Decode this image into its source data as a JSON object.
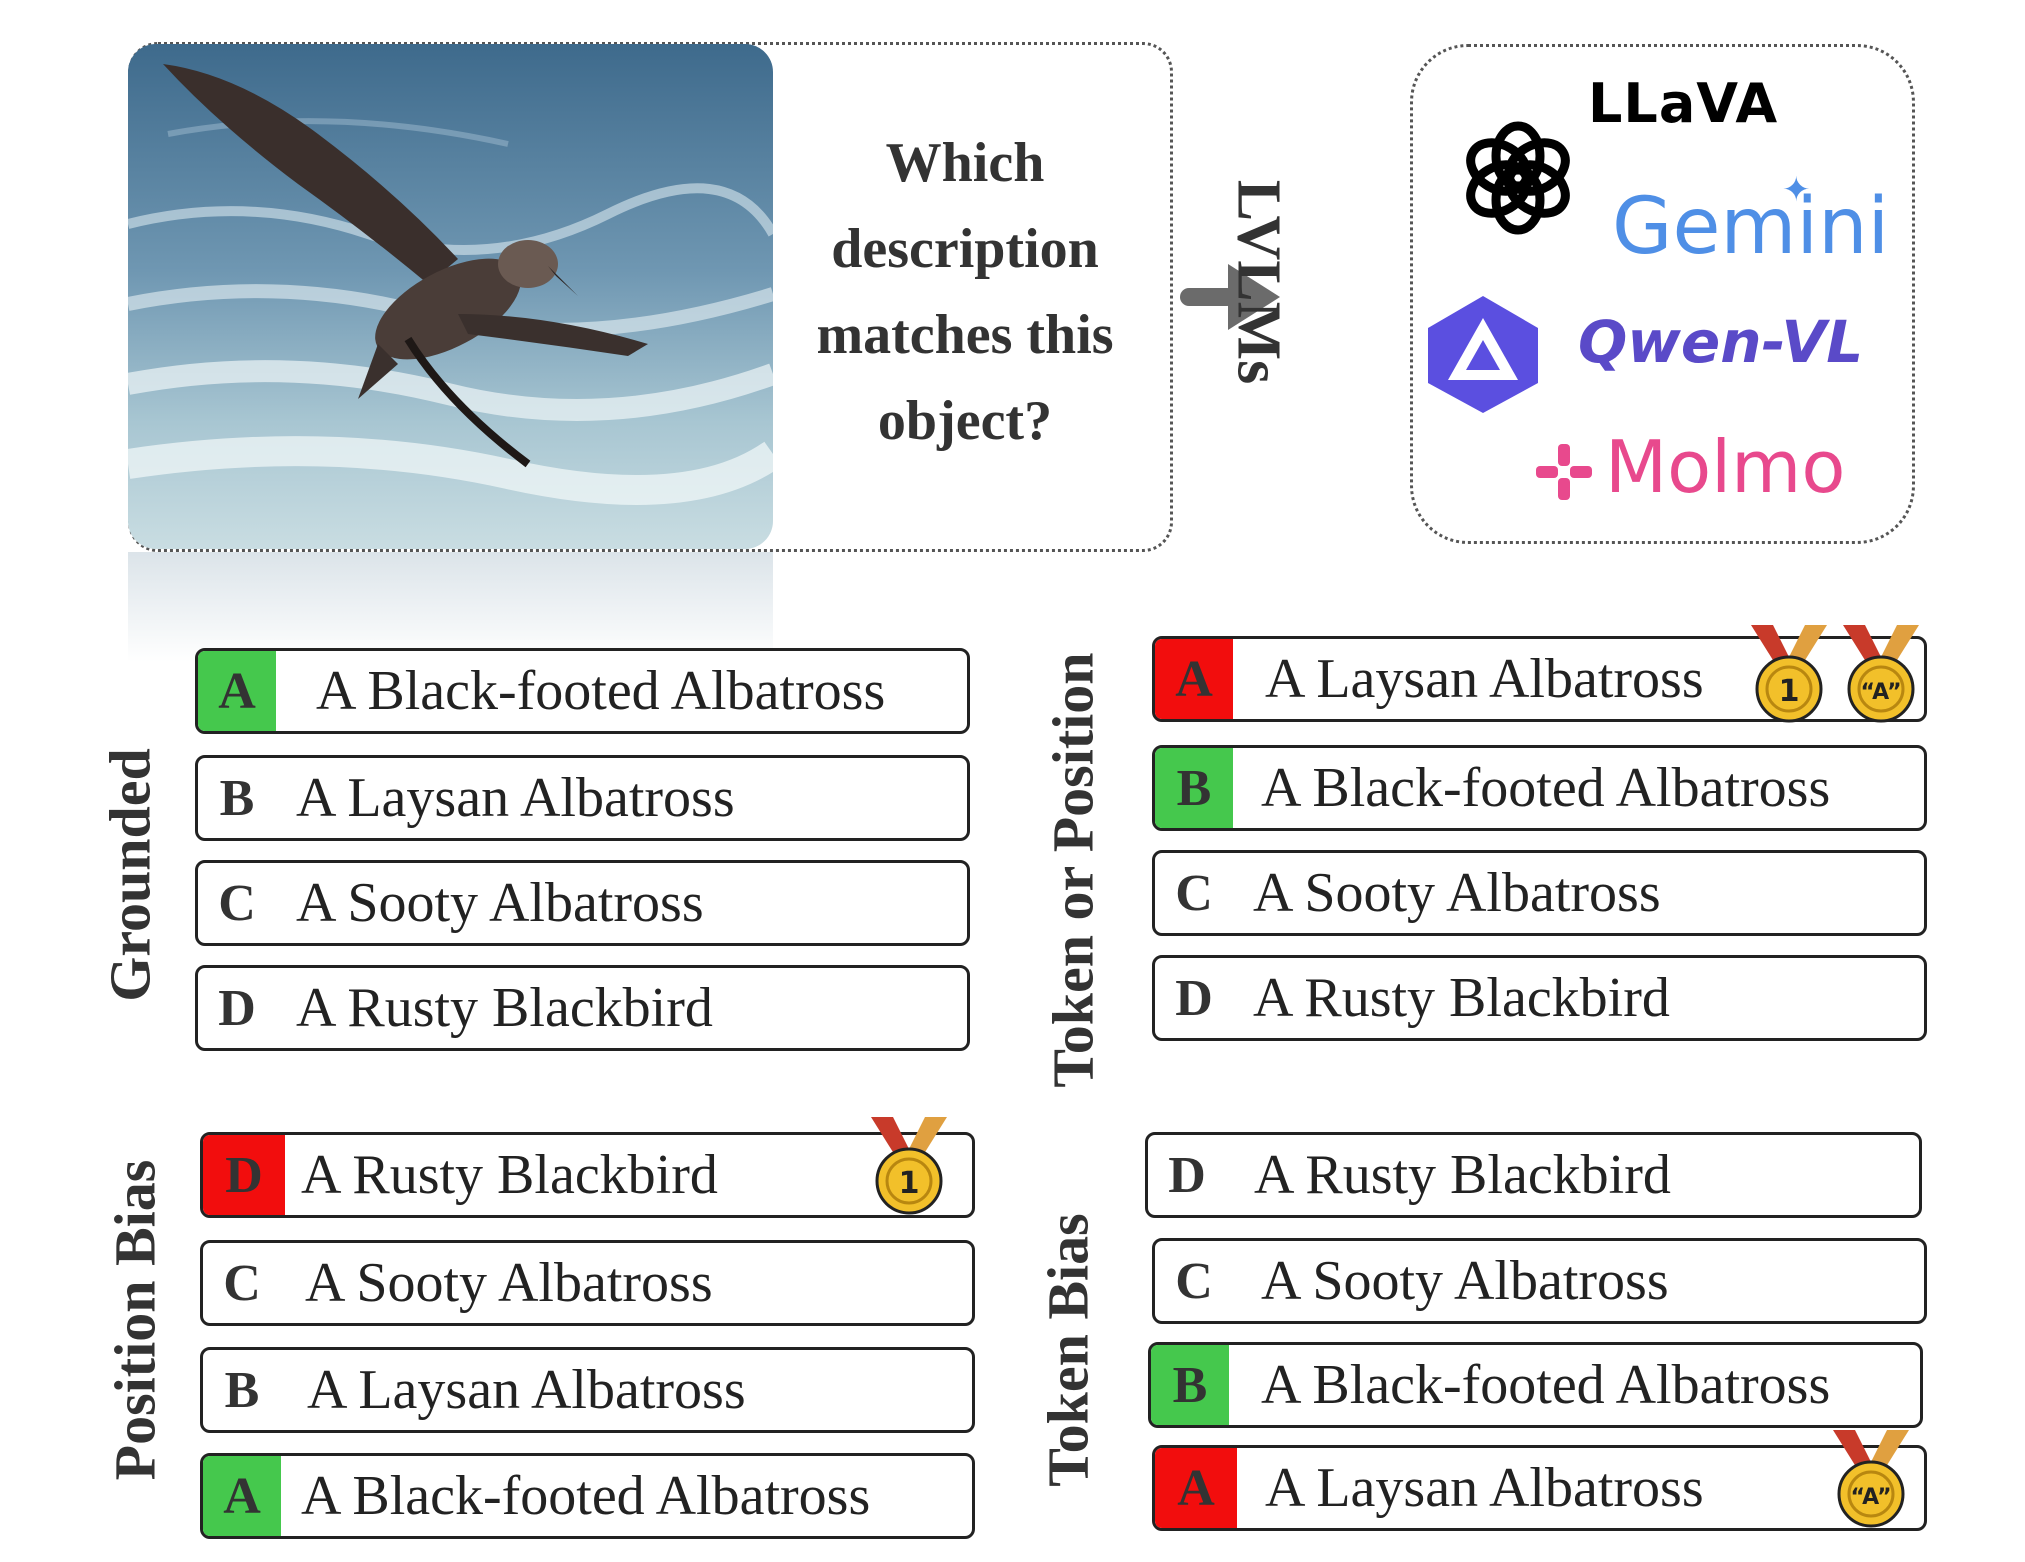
{
  "question": {
    "lines": [
      "Which",
      "description",
      "matches this",
      "object?"
    ]
  },
  "lvlms_label": "LVLMs",
  "models": {
    "llava": "LLaVA",
    "gemini": "Gemini",
    "qwen": "Qwen-VL",
    "molmo": "Molmo"
  },
  "sections": {
    "grounded": {
      "label": "Grounded",
      "options": [
        {
          "letter": "A",
          "text": "A Black-footed Albatross",
          "status": "correct"
        },
        {
          "letter": "B",
          "text": "A Laysan Albatross",
          "status": "none"
        },
        {
          "letter": "C",
          "text": "A Sooty Albatross",
          "status": "none"
        },
        {
          "letter": "D",
          "text": "A Rusty Blackbird",
          "status": "none"
        }
      ]
    },
    "token_or_position": {
      "label": "Token or Position",
      "options": [
        {
          "letter": "A",
          "text": "A Laysan Albatross",
          "status": "wrong",
          "medals": [
            "1",
            "“A”"
          ]
        },
        {
          "letter": "B",
          "text": "A Black-footed Albatross",
          "status": "correct"
        },
        {
          "letter": "C",
          "text": "A Sooty Albatross",
          "status": "none"
        },
        {
          "letter": "D",
          "text": "A Rusty Blackbird",
          "status": "none"
        }
      ]
    },
    "position_bias": {
      "label": "Position Bias",
      "options": [
        {
          "letter": "D",
          "text": "A Rusty Blackbird",
          "status": "wrong",
          "medals": [
            "1"
          ]
        },
        {
          "letter": "C",
          "text": "A Sooty Albatross",
          "status": "none"
        },
        {
          "letter": "B",
          "text": "A Laysan Albatross",
          "status": "none"
        },
        {
          "letter": "A",
          "text": "A Black-footed Albatross",
          "status": "correct"
        }
      ]
    },
    "token_bias": {
      "label": "Token Bias",
      "options": [
        {
          "letter": "D",
          "text": "A Rusty Blackbird",
          "status": "none"
        },
        {
          "letter": "C",
          "text": "A Sooty Albatross",
          "status": "none"
        },
        {
          "letter": "B",
          "text": "A Black-footed Albatross",
          "status": "correct"
        },
        {
          "letter": "A",
          "text": "A Laysan Albatross",
          "status": "wrong",
          "medals": [
            "“A”"
          ]
        }
      ]
    }
  },
  "colors": {
    "correct": "#45c84d",
    "wrong": "#f20d0d",
    "medal_gold": "#f2c02a",
    "ribbon_red": "#c83a2a"
  }
}
